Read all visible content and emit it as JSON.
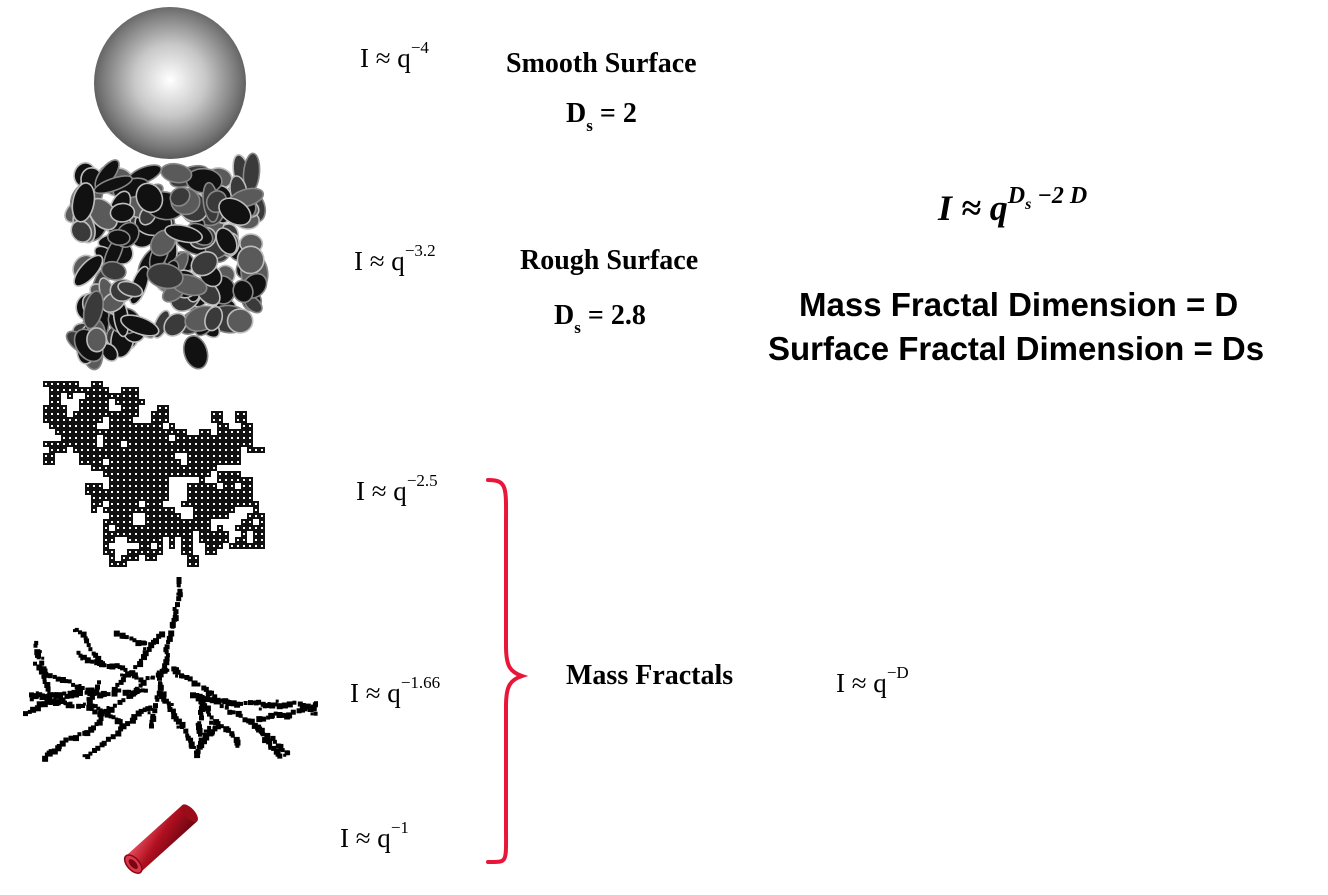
{
  "colors": {
    "brace": "#e8173a",
    "tube": "#b01020"
  },
  "rows": [
    {
      "id": "smooth",
      "law": {
        "base": "I ≈ q",
        "exp": "−4"
      },
      "title": "Smooth Surface",
      "dim": {
        "sym": "D",
        "sub": "s",
        "val": "= 2"
      }
    },
    {
      "id": "rough",
      "law": {
        "base": "I ≈ q",
        "exp": "−3.2"
      },
      "title": "Rough Surface",
      "dim": {
        "sym": "D",
        "sub": "s",
        "val": "= 2.8"
      }
    },
    {
      "id": "cluster",
      "law": {
        "base": "I ≈ q",
        "exp": "−2.5"
      }
    },
    {
      "id": "branched",
      "law": {
        "base": "I ≈ q",
        "exp": "−1.66"
      }
    },
    {
      "id": "rod",
      "law": {
        "base": "I ≈ q",
        "exp": "−1"
      }
    }
  ],
  "formula": {
    "lhs": "I ≈ q",
    "exp_sym": "D",
    "exp_sub": "s",
    "exp_rest": " −2 D"
  },
  "definitions": {
    "mass": "Mass Fractal Dimension = D",
    "surface": "Surface Fractal Dimension = Ds"
  },
  "mass_fractals": {
    "label": "Mass Fractals",
    "law": {
      "base": "I ≈ q",
      "exp": "−D"
    }
  }
}
